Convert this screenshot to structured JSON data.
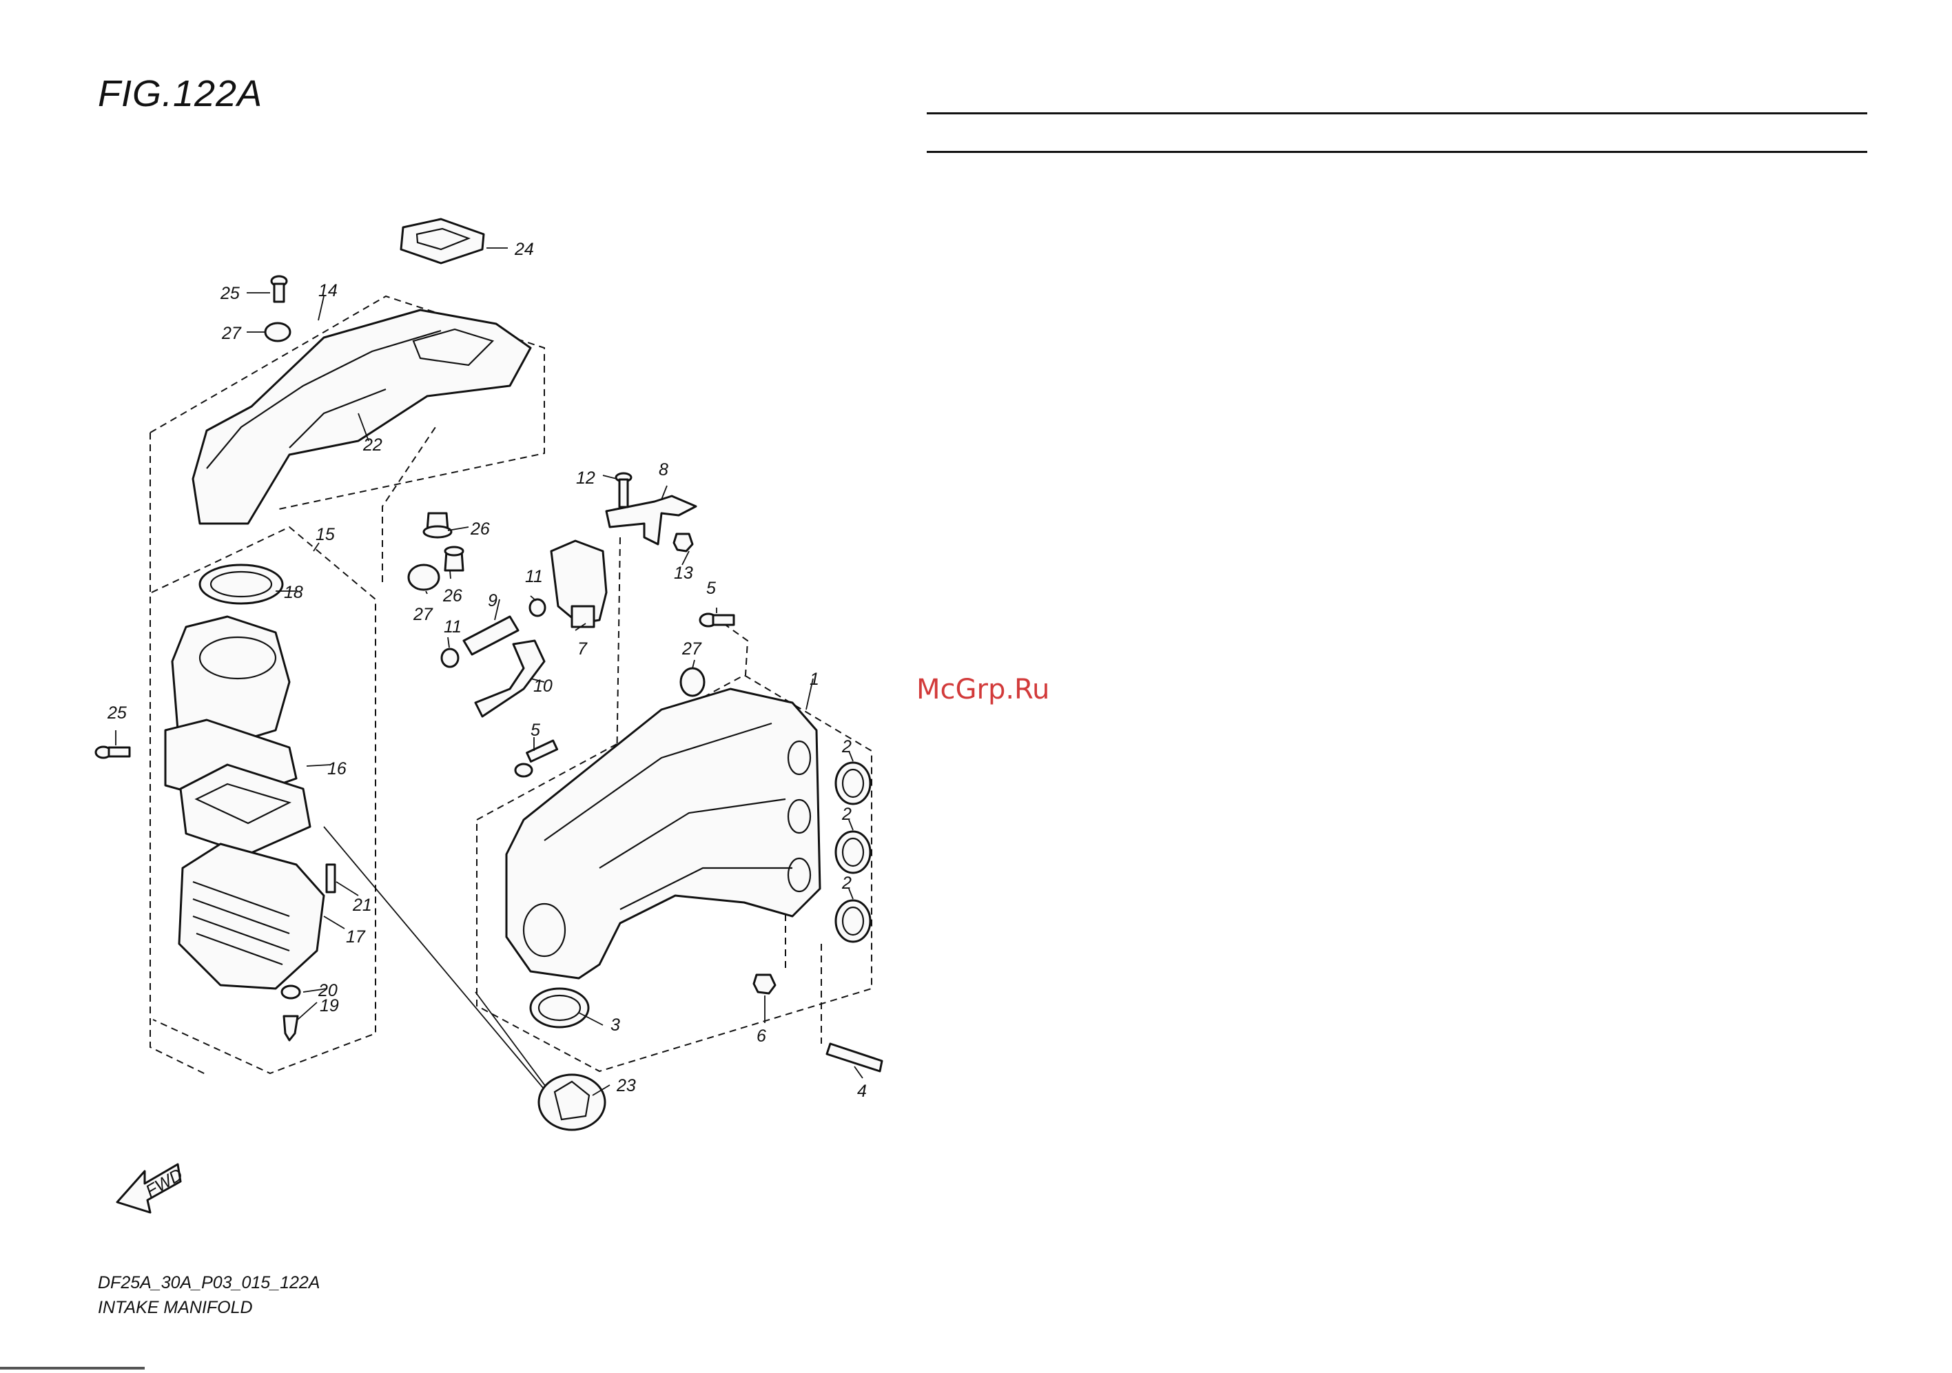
{
  "figure": {
    "title": "FIG.122A",
    "code": "DF25A_30A_P03_015_122A",
    "name": "INTAKE MANIFOLD"
  },
  "watermark": "McGrp.Ru",
  "fwd_label": "FWD",
  "callouts": [
    "24",
    "25",
    "14",
    "27",
    "22",
    "12",
    "8",
    "26",
    "15",
    "18",
    "26",
    "27",
    "11",
    "9",
    "13",
    "5",
    "11",
    "7",
    "27",
    "10",
    "1",
    "25",
    "5",
    "16",
    "2",
    "2",
    "2",
    "21",
    "17",
    "20",
    "3",
    "6",
    "19",
    "4",
    "23"
  ]
}
